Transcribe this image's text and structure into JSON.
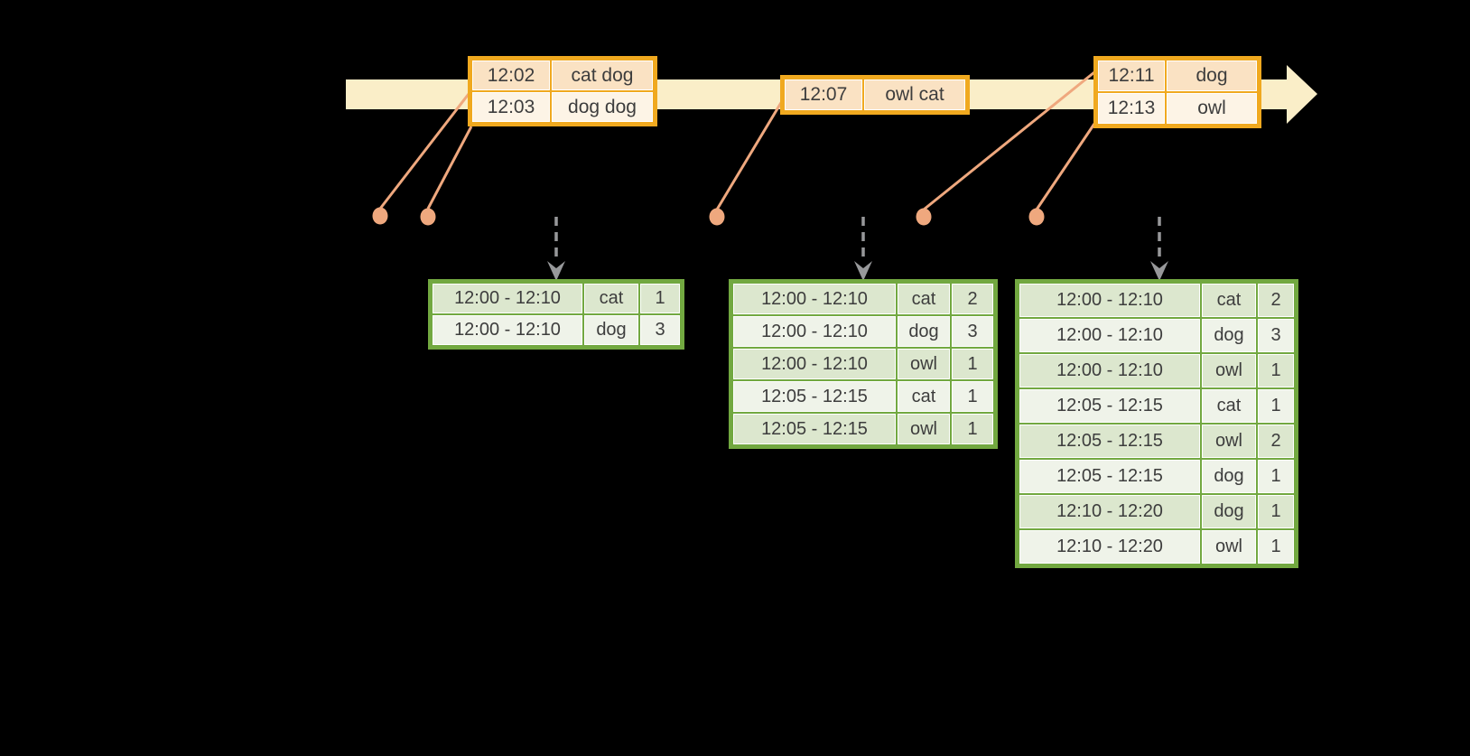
{
  "diagram": {
    "kind": "windowed-streaming-aggregation-timeline",
    "colors": {
      "background": "#000000",
      "timeline_band": "#FAEEC8",
      "event_box_border": "#F0A91F",
      "event_row_dark": "#FAE2C3",
      "event_row_light": "#FDF4E6",
      "event_dot": "#EFA87E",
      "trigger_arrow_gray": "#97989A",
      "result_table_border": "#72A840",
      "result_row_dark": "#DCE7CE",
      "result_row_light": "#EFF3E9",
      "text": "#3D3D3D"
    },
    "timeline": {
      "event_groups": [
        {
          "rows": [
            [
              "12:02",
              "cat dog"
            ],
            [
              "12:03",
              "dog dog"
            ]
          ]
        },
        {
          "rows": [
            [
              "12:07",
              "owl cat"
            ]
          ]
        },
        {
          "rows": [
            [
              "12:11",
              "dog"
            ],
            [
              "12:13",
              "owl"
            ]
          ]
        }
      ]
    },
    "result_tables": [
      {
        "rows": [
          [
            "12:00 - 12:10",
            "cat",
            "1"
          ],
          [
            "12:00 - 12:10",
            "dog",
            "3"
          ]
        ]
      },
      {
        "rows": [
          [
            "12:00 - 12:10",
            "cat",
            "2"
          ],
          [
            "12:00 - 12:10",
            "dog",
            "3"
          ],
          [
            "12:00 - 12:10",
            "owl",
            "1"
          ],
          [
            "12:05 - 12:15",
            "cat",
            "1"
          ],
          [
            "12:05 - 12:15",
            "owl",
            "1"
          ]
        ]
      },
      {
        "rows": [
          [
            "12:00 - 12:10",
            "cat",
            "2"
          ],
          [
            "12:00 - 12:10",
            "dog",
            "3"
          ],
          [
            "12:00 - 12:10",
            "owl",
            "1"
          ],
          [
            "12:05 - 12:15",
            "cat",
            "1"
          ],
          [
            "12:05 - 12:15",
            "owl",
            "2"
          ],
          [
            "12:05 - 12:15",
            "dog",
            "1"
          ],
          [
            "12:10 - 12:20",
            "dog",
            "1"
          ],
          [
            "12:10 - 12:20",
            "owl",
            "1"
          ]
        ]
      }
    ]
  }
}
